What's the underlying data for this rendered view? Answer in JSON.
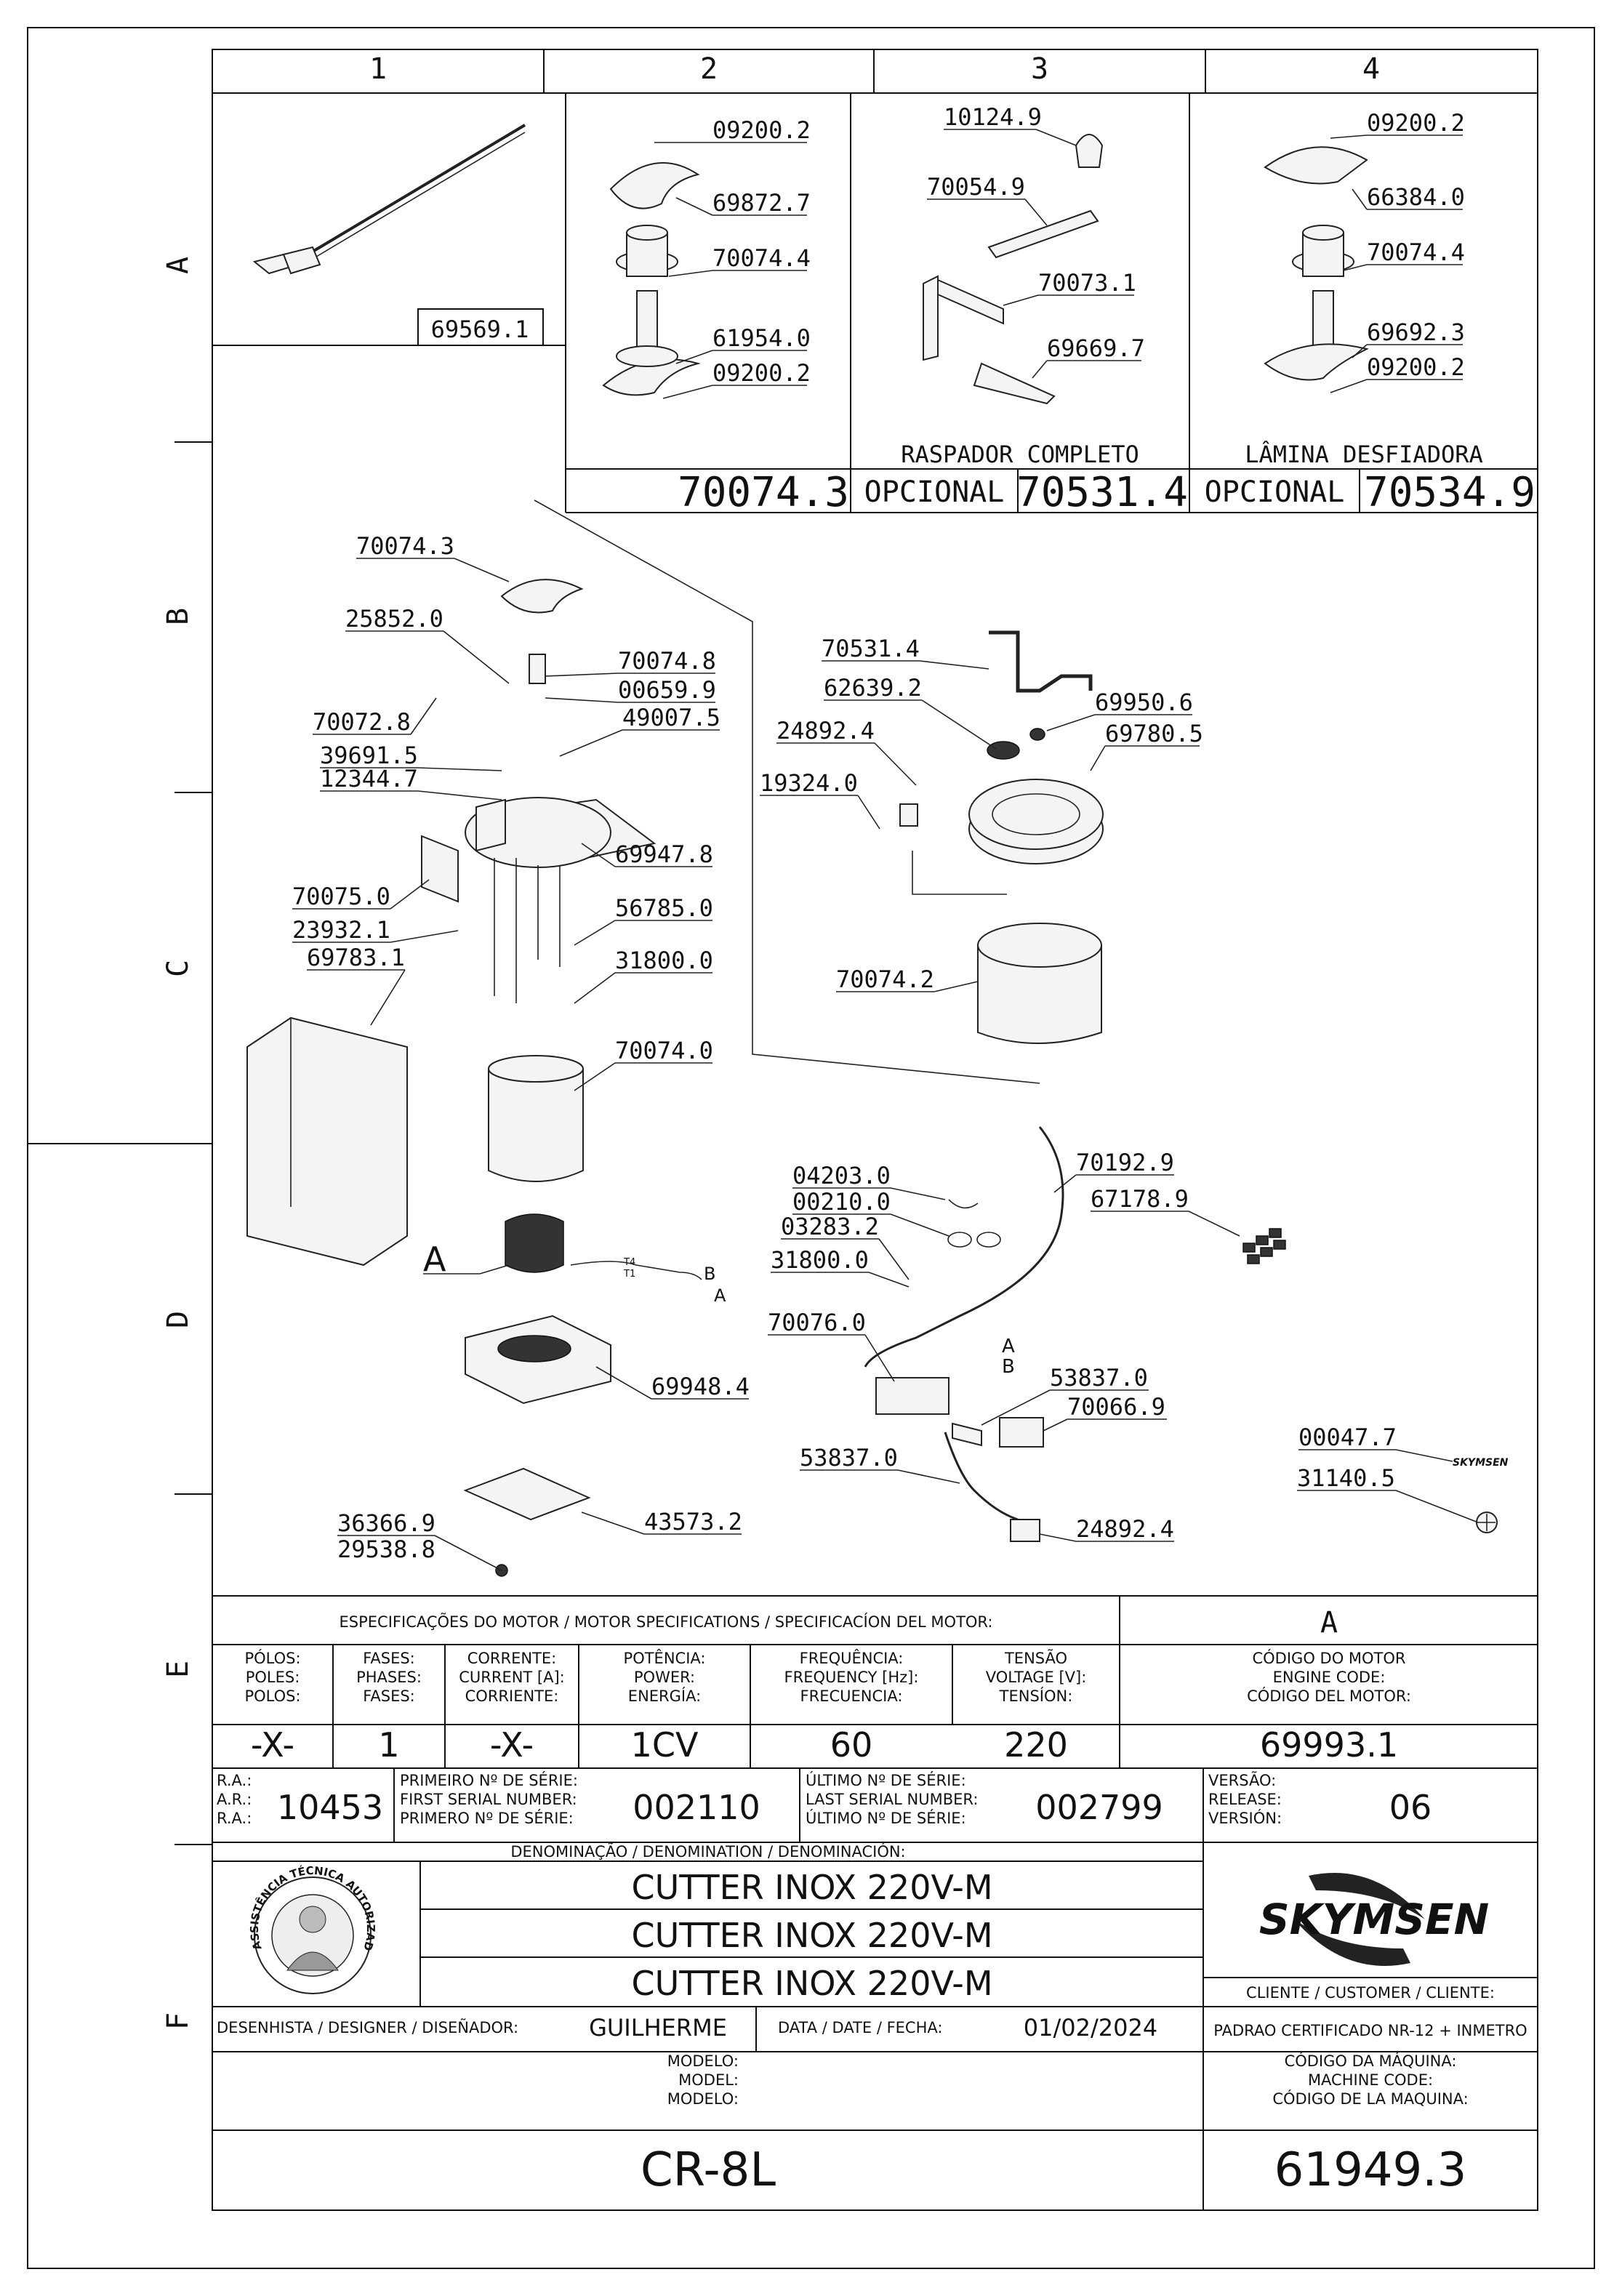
{
  "grid": {
    "columns": [
      "1",
      "2",
      "3",
      "4"
    ],
    "rows": [
      "A",
      "B",
      "C",
      "D",
      "E",
      "F"
    ]
  },
  "options": {
    "cord_code": "69569.1",
    "blade_assembly_code": "70074.3",
    "opt_label_1": "OPCIONAL",
    "scraper_code": "70531.4",
    "opt_label_2": "OPCIONAL",
    "shredder_code": "70534.9",
    "scraper_title": "RASPADOR  COMPLETO",
    "shredder_title": "LÂMINA  DESFIADORA"
  },
  "parts": {
    "p_a2_1": "09200.2",
    "p_a2_2": "69872.7",
    "p_a2_3": "70074.4",
    "p_a2_4": "61954.0",
    "p_a2_5": "09200.2",
    "p_a3_1": "10124.9",
    "p_a3_2": "70054.9",
    "p_a3_3": "70073.1",
    "p_a3_4": "69669.7",
    "p_a4_1": "09200.2",
    "p_a4_2": "66384.0",
    "p_a4_3": "70074.4",
    "p_a4_4": "69692.3",
    "p_a4_5": "09200.2",
    "p_l_1": "70074.3",
    "p_l_2": "25852.0",
    "p_l_3": "70074.8",
    "p_l_4": "00659.9",
    "p_l_5": "49007.5",
    "p_l_6": "70072.8",
    "p_l_7": "39691.5",
    "p_l_8": "12344.7",
    "p_l_9": "69947.8",
    "p_l_10": "70075.0",
    "p_l_11": "56785.0",
    "p_l_12": "23932.1",
    "p_l_13": "69783.1",
    "p_l_14": "31800.0",
    "p_l_15": "70074.0",
    "p_l_16": "69948.4",
    "p_l_17": "43573.2",
    "p_l_18": "36366.9",
    "p_l_19": "29538.8",
    "p_r_1": "70531.4",
    "p_r_2": "62639.2",
    "p_r_3": "69950.6",
    "p_r_4": "24892.4",
    "p_r_5": "69780.5",
    "p_r_6": "19324.0",
    "p_r_7": "70074.2",
    "p_e_1": "70192.9",
    "p_e_2": "04203.0",
    "p_e_3": "00210.0",
    "p_e_4": "67178.9",
    "p_e_5": "03283.2",
    "p_e_6": "31800.0",
    "p_e_7": "70076.0",
    "p_e_8": "53837.0",
    "p_e_9": "70066.9",
    "p_e_10": "53837.0",
    "p_e_11": "24892.4",
    "p_e_12": "00047.7",
    "p_e_13": "31140.5"
  },
  "motor_labels": {
    "callout": "A",
    "wire_b": "B",
    "wire_a": "A",
    "term_t4": "T4",
    "term_t1": "T1",
    "board_a": "A",
    "board_b": "B",
    "badge_text": "SKYMSEN"
  },
  "spec": {
    "title": "ESPECIFICAÇÕES DO MOTOR / MOTOR SPECIFICATIONS / SPECIFICACÍON DEL MOTOR:",
    "version_letter": "A",
    "h_poles": [
      "PÓLOS:",
      "POLES:",
      "POLOS:"
    ],
    "h_phases": [
      "FASES:",
      "PHASES:",
      "FASES:"
    ],
    "h_current": [
      "CORRENTE:",
      "CURRENT [A]:",
      "CORRIENTE:"
    ],
    "h_power": [
      "POTÊNCIA:",
      "POWER:",
      "ENERGÍA:"
    ],
    "h_freq": [
      "FREQUÊNCIA:",
      "FREQUENCY [Hz]:",
      "FRECUENCIA:"
    ],
    "h_voltage": [
      "TENSÃO",
      "VOLTAGE [V]:",
      "TENSÍON:"
    ],
    "h_engine": [
      "CÓDIGO DO MOTOR",
      "ENGINE CODE:",
      "CÓDIGO DEL MOTOR:"
    ],
    "v_poles": "-X-",
    "v_phases": "1",
    "v_current": "-X-",
    "v_power": "1CV",
    "v_freq": "60",
    "v_voltage": "220",
    "v_engine": "69993.1"
  },
  "serial": {
    "ra_labels": [
      "R.A.:",
      "A.R.:",
      "R.A.:"
    ],
    "ra_value": "10453",
    "first_labels": [
      "PRIMEIRO Nº DE SÉRIE:",
      "FIRST SERIAL NUMBER:",
      "PRIMERO Nº DE SÉRIE:"
    ],
    "first_value": "002110",
    "last_labels": [
      "ÚLTIMO Nº DE SÉRIE:",
      "LAST SERIAL NUMBER:",
      "ÚLTIMO Nº DE SÉRIE:"
    ],
    "last_value": "002799",
    "version_labels": [
      "VERSÃO:",
      "RELEASE:",
      "VERSIÓN:"
    ],
    "version_value": "06"
  },
  "title_block": {
    "denomination_label": "DENOMINAÇÃO / DENOMINATION / DENOMINACIÓN:",
    "names": [
      "CUTTER INOX 220V-M",
      "CUTTER INOX 220V-M",
      "CUTTER INOX 220V-M"
    ],
    "seal_text": "ASSISTÊNCIA TÉCNICA AUTORIZADA",
    "brand": "SKYMSEN",
    "client_label": "CLIENTE / CUSTOMER / CLIENTE:",
    "designer_label": "DESENHISTA / DESIGNER / DISEÑADOR:",
    "designer": "GUILHERME",
    "date_label": "DATA / DATE / FECHA:",
    "date": "01/02/2024",
    "client": "PADRAO CERTIFICADO NR-12 + INMETRO",
    "model_labels": [
      "MODELO:",
      "MODEL:",
      "MODELO:"
    ],
    "model": "CR-8L",
    "machine_code_labels": [
      "CÓDIGO DA MÁQUINA:",
      "MACHINE CODE:",
      "CÓDIGO DE LA MAQUINA:"
    ],
    "machine_code": "61949.3"
  }
}
